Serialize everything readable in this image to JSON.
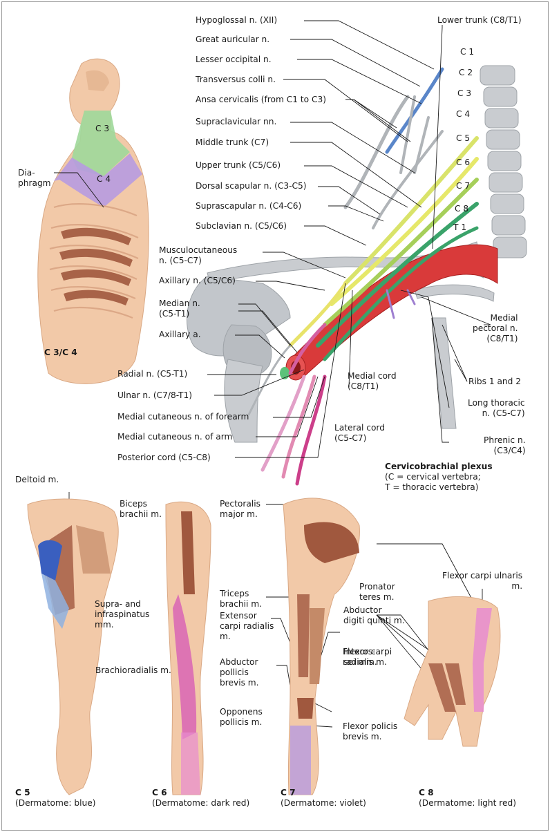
{
  "neck": {
    "c3": "C 3",
    "c4": "C 4",
    "diaphragm": "Dia-\nphragm",
    "caption": "C 3/C 4"
  },
  "plexus": {
    "vertebrae": [
      "C 1",
      "C 2",
      "C 3",
      "C 4",
      "C 5",
      "C 6",
      "C 7",
      "C 8",
      "T 1"
    ],
    "labels": {
      "hypoglossal": "Hypoglossal n. (XII)",
      "great_auricular": "Great auricular n.",
      "lesser_occipital": "Lesser occipital n.",
      "transversus_colli": "Transversus colli n.",
      "ansa_cervicalis": "Ansa cervicalis (from C1 to C3)",
      "supraclavicular": "Supraclavicular nn.",
      "middle_trunk": "Middle trunk (C7)",
      "upper_trunk": "Upper trunk (C5/C6)",
      "dorsal_scapular": "Dorsal scapular n. (C3-C5)",
      "suprascapular": "Suprascapular n. (C4-C6)",
      "subclavian": "Subclavian n. (C5/C6)",
      "musculocutaneous": "Musculocutaneous\nn. (C5-C7)",
      "axillary_n": "Axillary n. (C5/C6)",
      "median": "Median n.\n(C5-T1)",
      "axillary_a": "Axillary a.",
      "radial": "Radial n. (C5-T1)",
      "ulnar": "Ulnar n. (C7/8-T1)",
      "med_cut_forearm": "Medial cutaneous n. of forearm",
      "med_cut_arm": "Medial cutaneous n. of arm",
      "posterior_cord": "Posterior cord (C5-C8)",
      "lower_trunk": "Lower trunk (C8/T1)",
      "medial_pectoral": "Medial\npectoral n.\n(C8/T1)",
      "ribs": "Ribs 1 and 2",
      "medial_cord": "Medial cord\n(C8/T1)",
      "long_thoracic": "Long thoracic\nn. (C5-C7)",
      "lateral_cord": "Lateral cord\n(C5-C7)",
      "phrenic": "Phrenic n.\n(C3/C4)"
    },
    "title": "Cervicobrachial plexus",
    "subtitle": "(C = cervical vertebra;\nT = thoracic vertebra)"
  },
  "limbs": {
    "c5": {
      "deltoid": "Deltoid m.",
      "supra_infra": "Supra- and\ninfraspinatus\nmm.",
      "label": "C 5",
      "caption": "(Dermatome: blue)"
    },
    "c6": {
      "biceps": "Biceps\nbrachii m.",
      "brachioradialis": "Brachioradialis m.",
      "label": "C 6",
      "caption": "(Dermatome: dark red)"
    },
    "c7": {
      "pectoralis": "Pectoralis\nmajor m.",
      "triceps": "Triceps\nbrachii m.",
      "extensor": "Extensor\ncarpi radialis\nm.",
      "abductor_pollicis": "Abductor\npollicis\nbrevis m.",
      "opponens": "Opponens\npollicis m.",
      "pronator": "Pronator\nteres m.",
      "flexor_carpi_radialis": "Flexor carpi\nradialis m.",
      "flexor_policis": "Flexor policis\nbrevis m.",
      "label": "C 7",
      "caption": "(Dermatome: violet)"
    },
    "c8": {
      "flexor_carpi_ulnaris": "Flexor carpi ulnaris\nm.",
      "abductor_digiti": "Abductor\ndigiti quinti m.",
      "interossei": "Interos-\nsei mm.",
      "label": "C 8",
      "caption": "(Dermatome: light red)"
    }
  }
}
